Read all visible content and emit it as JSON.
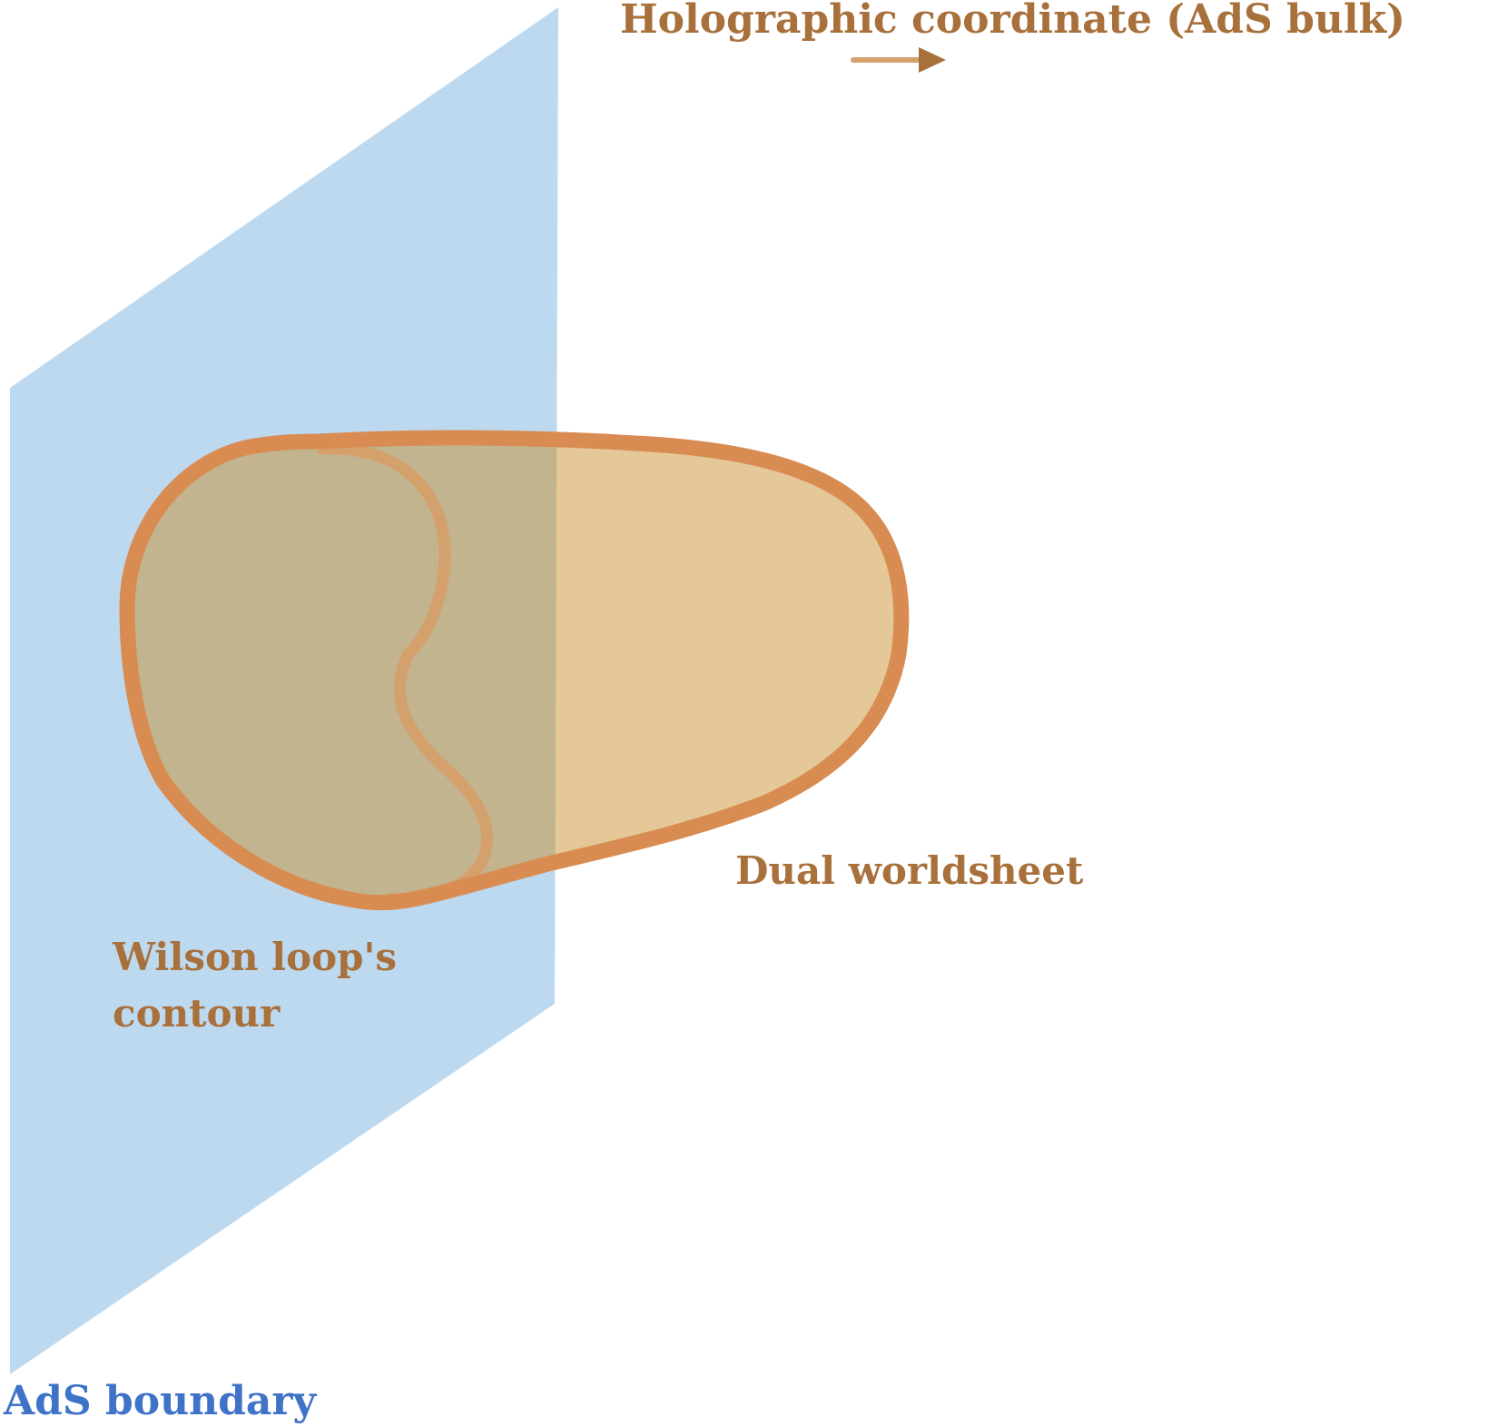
{
  "labels": {
    "holographic": "Holographic coordinate (AdS bulk)",
    "dual_worldsheet": "Dual worldsheet",
    "wilson_line1": "Wilson loop's",
    "wilson_line2": "contour",
    "ads_boundary": "AdS boundary"
  },
  "colors": {
    "boundary_plane": "#bdd9f0",
    "worldsheet_fill": "#e4c898",
    "worldsheet_overlap": "#c2b48f",
    "worldsheet_outline": "#d98c52",
    "contour_line": "#d4a06c",
    "brown_label": "#a8703a",
    "blue_label": "#3f73c8",
    "arrow": "#d4a06c",
    "arrow_head": "#a8703a"
  }
}
